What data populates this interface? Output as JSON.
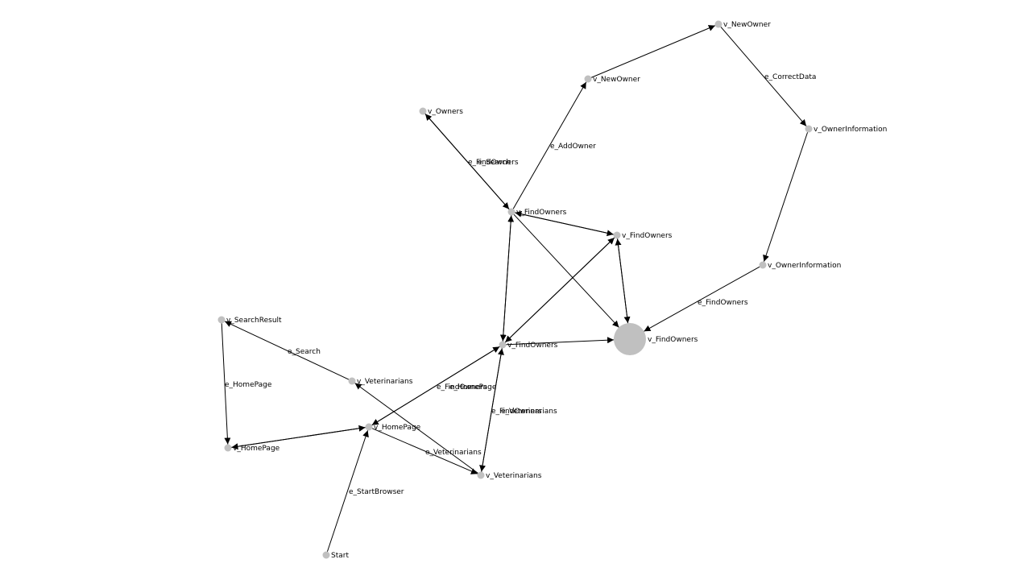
{
  "colors": {
    "node": "#c0c0c0",
    "active_node": "#00ff00",
    "edge": "#000000",
    "background": "#ffffff"
  },
  "nodes": [
    {
      "id": "start",
      "label": "Start"
    },
    {
      "id": "homepage_a",
      "label": "v_HomePage"
    },
    {
      "id": "homepage_b",
      "label": "v_HomePage"
    },
    {
      "id": "searchresult",
      "label": "v_SearchResult"
    },
    {
      "id": "vets_a",
      "label": "v_Veterinarians"
    },
    {
      "id": "vets_b",
      "label": "v_Veterinarians"
    },
    {
      "id": "findowners_a",
      "label": "v_FindOwners"
    },
    {
      "id": "findowners_b",
      "label": "v_FindOwners"
    },
    {
      "id": "findowners_c",
      "label": "v_FindOwners"
    },
    {
      "id": "findowners_d",
      "label": "v_FindOwners",
      "active": true
    },
    {
      "id": "owners",
      "label": "v_Owners"
    },
    {
      "id": "newowner_a",
      "label": "v_NewOwner"
    },
    {
      "id": "newowner_b",
      "label": "v_NewOwner"
    },
    {
      "id": "ownerinfo_a",
      "label": "v_OwnerInformation"
    },
    {
      "id": "ownerinfo_b",
      "label": "v_OwnerInformation"
    }
  ],
  "edge_labels": [
    {
      "id": "startbrowser",
      "label": "e_StartBrowser"
    },
    {
      "id": "homepage",
      "label": "e_HomePage"
    },
    {
      "id": "search",
      "label": "e_Search"
    },
    {
      "id": "vet_mid",
      "label": "e_Veterinarians"
    },
    {
      "id": "hp_fo_1",
      "label": "e_FindOwners"
    },
    {
      "id": "hp_fo_2",
      "label": "e_HomePage"
    },
    {
      "id": "fo_vets_1",
      "label": "e_FindOwners"
    },
    {
      "id": "fo_vets_2",
      "label": "e_Veterinarians"
    },
    {
      "id": "addowner",
      "label": "e_AddOwner"
    },
    {
      "id": "fo_owners_1",
      "label": "e_FindOwners"
    },
    {
      "id": "fo_owners_2",
      "label": "e_Search"
    },
    {
      "id": "correctdata",
      "label": "e_CorrectData"
    },
    {
      "id": "oi_fo",
      "label": "e_FindOwners"
    }
  ],
  "edges": [
    {
      "from": "start",
      "to": "homepage_a"
    },
    {
      "from": "homepage_a",
      "to": "homepage_b"
    },
    {
      "from": "homepage_b",
      "to": "homepage_a"
    },
    {
      "from": "vets_b",
      "to": "vets_a"
    },
    {
      "from": "vets_a",
      "to": "searchresult"
    },
    {
      "from": "searchresult",
      "to": "homepage_b"
    },
    {
      "from": "homepage_a",
      "to": "vets_b"
    },
    {
      "from": "homepage_a",
      "to": "findowners_b"
    },
    {
      "from": "findowners_b",
      "to": "homepage_a"
    },
    {
      "from": "findowners_b",
      "to": "vets_b"
    },
    {
      "from": "vets_b",
      "to": "findowners_b"
    },
    {
      "from": "findowners_b",
      "to": "findowners_a"
    },
    {
      "from": "findowners_a",
      "to": "findowners_b"
    },
    {
      "from": "findowners_b",
      "to": "findowners_c"
    },
    {
      "from": "findowners_c",
      "to": "findowners_b"
    },
    {
      "from": "findowners_b",
      "to": "findowners_d"
    },
    {
      "from": "findowners_a",
      "to": "findowners_c"
    },
    {
      "from": "findowners_c",
      "to": "findowners_a"
    },
    {
      "from": "findowners_a",
      "to": "findowners_d"
    },
    {
      "from": "findowners_c",
      "to": "findowners_d"
    },
    {
      "from": "findowners_d",
      "to": "findowners_c"
    },
    {
      "from": "findowners_a",
      "to": "owners"
    },
    {
      "from": "owners",
      "to": "findowners_a"
    },
    {
      "from": "findowners_a",
      "to": "newowner_a"
    },
    {
      "from": "newowner_a",
      "to": "newowner_b"
    },
    {
      "from": "newowner_b",
      "to": "ownerinfo_a"
    },
    {
      "from": "ownerinfo_a",
      "to": "ownerinfo_b"
    },
    {
      "from": "ownerinfo_b",
      "to": "findowners_d"
    }
  ]
}
